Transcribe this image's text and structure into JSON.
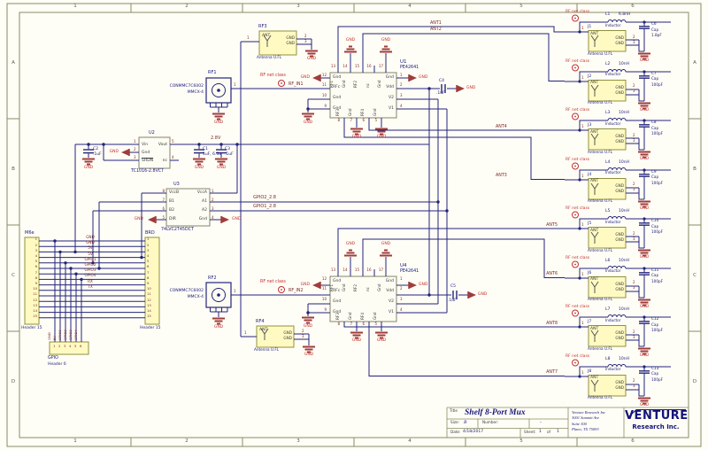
{
  "frame": {
    "cols": [
      "1",
      "2",
      "3",
      "4",
      "5",
      "6"
    ],
    "rows": [
      "A",
      "B",
      "C",
      "D"
    ]
  },
  "title_block": {
    "title_label": "Title",
    "title": "Shelf 8-Port Mux",
    "size_label": "Size:",
    "size": "B",
    "number_label": "Number:",
    "number": "-",
    "date_label": "Date:",
    "date": "4/18/2017",
    "sheet_label": "Sheet:",
    "sheet_num": "1",
    "of": "of",
    "sheet_total": "1",
    "company": {
      "l1": "Venture Research Inc",
      "l2": "3001 Summit Ave",
      "l3": "Suite 300",
      "l4": "Plano, TX 75093"
    },
    "logo_top": "VENTURE",
    "logo_bottom": "Research Inc."
  },
  "nets": {
    "rf_net_class": "RF net class",
    "rf_in1": "RF_IN1",
    "rf_in2": "RF_IN2",
    "v28": "2.8V",
    "gpio2": "GPIO2_2.8",
    "gpio1": "GPIO1_2.8",
    "gnd": "GND"
  },
  "u1": {
    "ref": "U1",
    "part": "PE42641",
    "left_names": [
      "Gnd",
      "RFc",
      "Gnd",
      "Gnd"
    ],
    "left_nums": [
      "12",
      "11",
      "10",
      "9"
    ],
    "right_names": [
      "Gnd",
      "Vdd",
      "V2",
      "V1"
    ],
    "right_nums": [
      "1",
      "2",
      "3",
      "4"
    ],
    "top_names": [
      "RF1",
      "Gnd",
      "RF2",
      "nc",
      "Gnd"
    ],
    "top_nums": [
      "13",
      "14",
      "15",
      "16",
      "17"
    ],
    "bottom_names": [
      "RF3",
      "Gnd",
      "RF4",
      "Gnd"
    ],
    "bottom_nums": [
      "8",
      "7",
      "6",
      "5"
    ]
  },
  "u4": {
    "ref": "U4",
    "part": "PE42641",
    "left_names": [
      "Gnd",
      "RFc",
      "Gnd",
      "Gnd"
    ],
    "left_nums": [
      "12",
      "11",
      "10",
      "9"
    ],
    "right_names": [
      "Gnd",
      "Vdd",
      "V2",
      "V1"
    ],
    "right_nums": [
      "1",
      "2",
      "3",
      "4"
    ],
    "top_names": [
      "RF1",
      "Gnd",
      "RF2",
      "nc",
      "Gnd"
    ],
    "top_nums": [
      "13",
      "14",
      "15",
      "16",
      "17"
    ],
    "bottom_names": [
      "RF3",
      "Gnd",
      "RF4",
      "Gnd"
    ],
    "bottom_nums": [
      "8",
      "7",
      "6",
      "5"
    ]
  },
  "u2": {
    "ref": "U2",
    "part": "TC1016-2.8VCT",
    "vin": "Vin",
    "gnd": "Gnd",
    "shdn": "SHDN",
    "vout": "Vout",
    "nc": "nc",
    "n1": "1",
    "n2": "2",
    "n3": "3",
    "n4": "4",
    "n5": "5"
  },
  "u3": {
    "ref": "U3",
    "part": "74LVC2T45DCT",
    "left_names": [
      "VccB",
      "B1",
      "B2",
      "DIR"
    ],
    "left_nums": [
      "8",
      "7",
      "6",
      "5"
    ],
    "right_names": [
      "VccA",
      "A1",
      "A2",
      "Gnd"
    ],
    "right_nums": [
      "1",
      "2",
      "3",
      "4"
    ]
  },
  "caps": {
    "c1": {
      "ref": "C1",
      "val": "1uF, 6.3v"
    },
    "c2": {
      "ref": "C2",
      "val": ".1uF"
    },
    "c3": {
      "ref": "C3",
      "val": ".1uF"
    },
    "c4": {
      "ref": "C4",
      "val": ".1uF"
    },
    "c5": {
      "ref": "C5",
      "val": ".1uF"
    }
  },
  "rf1": {
    "ref": "RF1",
    "part1": "CONMMC7C6002",
    "part2": "MMCX-4",
    "p1": "1"
  },
  "rf2": {
    "ref": "RF2",
    "part1": "CONMMC7C6002",
    "part2": "MMCX-4",
    "p1": "1"
  },
  "rf3": {
    "ref": "RF3"
  },
  "rf4": {
    "ref": "RF4"
  },
  "ant_common": {
    "rf_net_class": "RF net class",
    "ant": "ANT",
    "gnd": "GND",
    "ufl": "Antenna U.FL",
    "inductor": "Inductor",
    "cap": "Cap",
    "p1": "1",
    "p2": "2",
    "p3": "3"
  },
  "ant_blocks": [
    {
      "net": "ANT1",
      "jref": "J1",
      "lref": "L1",
      "lval": "6.8nH",
      "cref": "C6",
      "cval": "1.8pF"
    },
    {
      "net": "ANT2",
      "jref": "J2",
      "lref": "L2",
      "lval": "10nH",
      "cref": "C7",
      "cval": "100pF"
    },
    {
      "net": "ANT4",
      "jref": "J3",
      "lref": "L3",
      "lval": "10nH",
      "cref": "C8",
      "cval": "100pF"
    },
    {
      "net": "ANT3",
      "jref": "J4",
      "lref": "L4",
      "lval": "10nH",
      "cref": "C9",
      "cval": "100pF"
    },
    {
      "net": "ANT5",
      "jref": "J5",
      "lref": "L5",
      "lval": "10nH",
      "cref": "C10",
      "cval": "100pF"
    },
    {
      "net": "ANT6",
      "jref": "J6",
      "lref": "L6",
      "lval": "10nH",
      "cref": "C11",
      "cval": "100pF"
    },
    {
      "net": "ANT8",
      "jref": "J7",
      "lref": "L7",
      "lval": "10nH",
      "cref": "C12",
      "cval": "100pF"
    },
    {
      "net": "ANT7",
      "jref": "J8",
      "lref": "L8",
      "lval": "10nH",
      "cref": "C13",
      "cval": "100pF"
    }
  ],
  "headers": {
    "m6e": "M6e",
    "brd": "BRD",
    "h15": "Header 15",
    "gpio": "GPIO",
    "h6": "Header 6",
    "pins15": [
      "1",
      "2",
      "3",
      "4",
      "5",
      "6",
      "7",
      "8",
      "9",
      "10",
      "11",
      "12",
      "13",
      "14",
      "15"
    ],
    "pins6": [
      "1",
      "2",
      "3",
      "4",
      "5",
      "6"
    ],
    "bus": [
      "GND",
      "GND",
      "5V",
      "5V",
      "GPIO1",
      "GPIO2",
      "GPIO3",
      "GPIO4",
      "RX",
      "TX"
    ],
    "taps": [
      "GND",
      "5V",
      "GPIO1",
      "GPIO2",
      "GPIO3",
      "GPIO4"
    ]
  },
  "colors": {
    "wire": "#23237c",
    "component_fill": "#fffac2",
    "component_stroke": "#90903e",
    "gnd_symbol": "#a03c3c",
    "net_label": "#7a2828",
    "annotation_red": "#c03030",
    "designator": "#17177e",
    "logo_navy": "#14147a"
  }
}
